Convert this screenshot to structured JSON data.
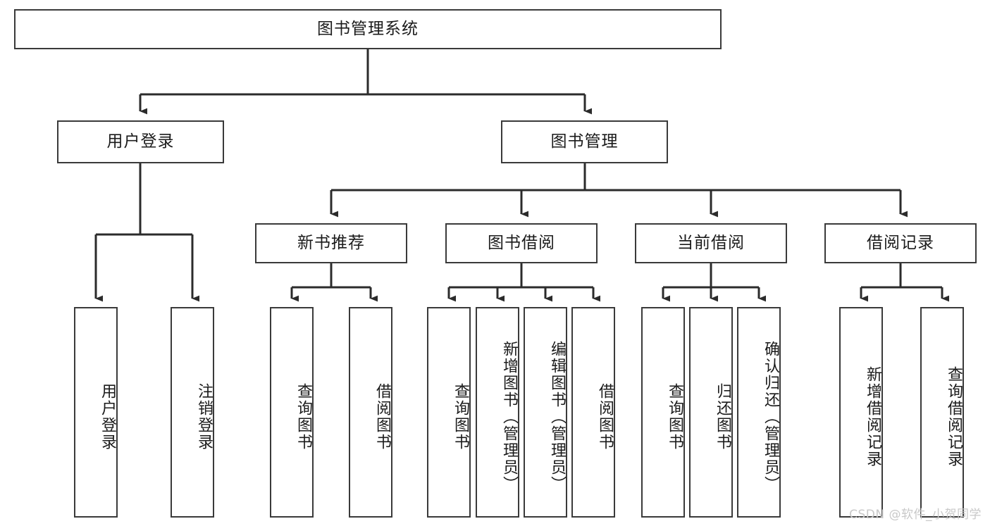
{
  "diagram": {
    "title": "图书管理系统",
    "type": "tree-hierarchy",
    "root": {
      "label": "图书管理系统"
    },
    "level2": [
      {
        "label": "用户登录"
      },
      {
        "label": "图书管理"
      }
    ],
    "level3": [
      {
        "label": "新书推荐"
      },
      {
        "label": "图书借阅"
      },
      {
        "label": "当前借阅"
      },
      {
        "label": "借阅记录"
      }
    ],
    "leaves": {
      "user_login": [
        {
          "label": "用户登录"
        },
        {
          "label": "注销登录"
        }
      ],
      "new_book_recommend": [
        {
          "label": "查询图书"
        },
        {
          "label": "借阅图书"
        }
      ],
      "book_borrow": [
        {
          "label": "查询图书"
        },
        {
          "label": "新增图书（管理员）"
        },
        {
          "label": "编辑图书（管理员）"
        },
        {
          "label": "借阅图书"
        }
      ],
      "current_borrow": [
        {
          "label": "查询图书"
        },
        {
          "label": "归还图书"
        },
        {
          "label": "确认归还（管理员）"
        }
      ],
      "borrow_record": [
        {
          "label": "新增借阅记录"
        },
        {
          "label": "查询借阅记录"
        }
      ]
    }
  },
  "watermark": {
    "text": "CSDN @软件_小贺同学"
  },
  "colors": {
    "box_border": "#3a3a3a",
    "box_fill": "#ffffff",
    "line": "#2b2b2b",
    "text": "#1b1b1b",
    "watermark": "#c8c8c8"
  }
}
